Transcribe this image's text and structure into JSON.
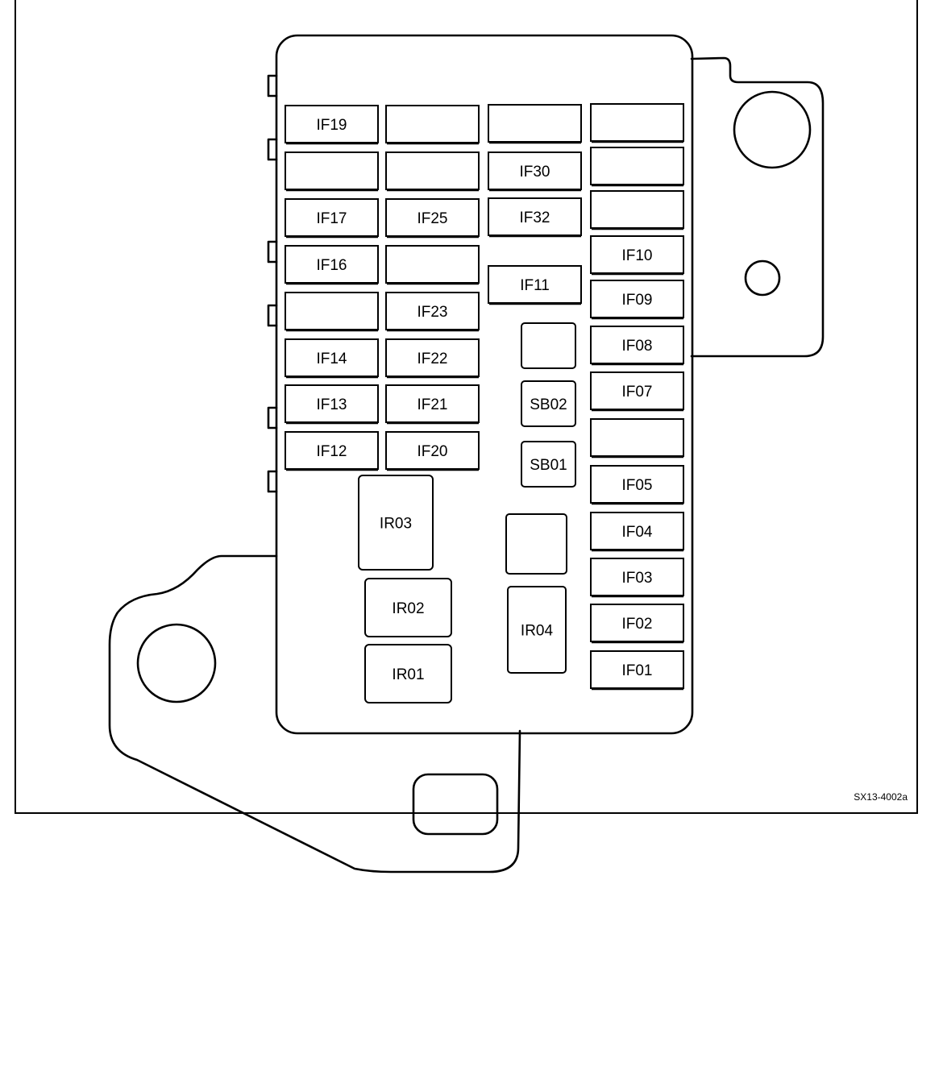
{
  "figure_code": "SX13-4002a",
  "fuses": {
    "col1": [
      "IF19",
      "",
      "IF17",
      "IF16",
      "",
      "IF14",
      "IF13",
      "IF12"
    ],
    "col2": [
      "",
      "",
      "IF25",
      "",
      "IF23",
      "IF22",
      "IF21",
      "IF20"
    ],
    "col3": [
      "",
      "IF30",
      "IF32",
      "IF11"
    ],
    "col4": [
      "",
      "",
      "",
      "IF10",
      "IF09",
      "IF08",
      "IF07",
      "",
      "IF05",
      "IF04",
      "IF03",
      "IF02",
      "IF01"
    ]
  },
  "small_blocks": [
    "",
    "SB02",
    "SB01"
  ],
  "relays": {
    "ir03": "IR03",
    "ir02": "IR02",
    "ir01": "IR01",
    "blank": "",
    "ir04": "IR04"
  }
}
